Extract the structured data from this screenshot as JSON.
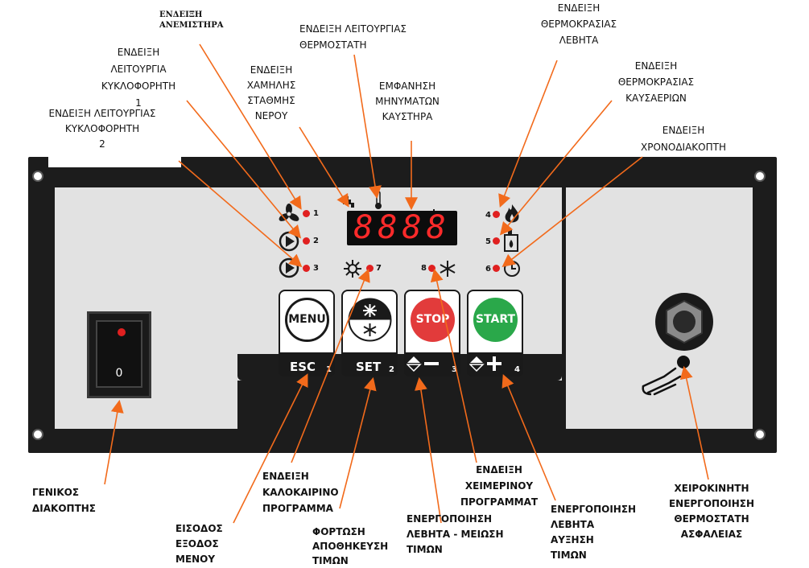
{
  "labels": {
    "fan": [
      "ΕΝΔΕΙΞΗ",
      "ΑΝΕΜΙΣΤΗΡΑ"
    ],
    "pump1": [
      "ΕΝΔΕΙΞΗ",
      "ΛΕΙΤΟΥΡΓΙΑ",
      "ΚΥΚΛΟΦΟΡΗΤΗ",
      "1"
    ],
    "pump2": [
      "ΕΝΔΕΙΞΗ ΛΕΙΤΟΥΡΓΙΑΣ",
      "ΚΥΚΛΟΦΟΡΗΤΗ",
      "2"
    ],
    "low_water": [
      "ΕΝΔΕΙΞΗ",
      "ΧΑΜΗΛΗΣ",
      "ΣΤΑΘΜΗΣ",
      "ΝΕΡΟΥ"
    ],
    "thermostat": [
      "ΕΝΔΕΙΞΗ ΛΕΙΤΟΥΡΓΙΑΣ",
      "ΘΕΡΜΟΣΤΑΤΗ"
    ],
    "messages": [
      "ΕΜΦΑΝΗΣΗ",
      "ΜΗΝΥΜΑΤΩΝ",
      "ΚΑΥΣΤΗΡΑ"
    ],
    "boiler_temp": [
      "ΕΝΔΕΙΞΗ",
      "ΘΕΡΜΟΚΡΑΣΙΑΣ",
      "ΛΕΒΗΤΑ"
    ],
    "flue_temp": [
      "ΕΝΔΕΙΞΗ",
      "ΘΕΡΜΟΚΡΑΣΙΑΣ",
      "ΚΑΥΣΑΕΡΙΩΝ"
    ],
    "timer": [
      "ΕΝΔΕΙΞΗ",
      "ΧΡΟΝΟΔΙΑΚΟΠΤΗ"
    ],
    "main_switch": [
      "ΓΕΝΙΚΟΣ",
      "ΔΙΑΚΟΠΤΗΣ"
    ],
    "menu_esc": [
      "ΕΙΣΟΔΟΣ",
      "ΕΞΟΔΟΣ",
      "ΜΕΝΟΥ"
    ],
    "summer": [
      "ΕΝΔΕΙΞΗ",
      "ΚΑΛΟΚΑΙΡΙΝΟ",
      "ΠΡΟΓΡΑΜΜΑ"
    ],
    "save": [
      "ΦΟΡΤΩΣΗ",
      "ΑΠΟΘΗΚΕΥΣΗ",
      "ΤΙΜΩΝ"
    ],
    "decrease": [
      "ΕΝΕΡΓΟΠΟΙΗΣΗ",
      "ΛΕΒΗΤΑ - ΜΕΙΩΣΗ",
      "ΤΙΜΩΝ"
    ],
    "winter": [
      "ΕΝΔΕΙΞΗ",
      "ΧΕΙΜΕΡΙΝΟΥ",
      "ΠΡΟΓΡΑΜΜΑΤ"
    ],
    "increase": [
      "ΕΝΕΡΓΟΠΟΙΗΣΗ",
      "ΛΕΒΗΤΑ",
      "ΑΥΞΗΣΗ",
      "ΤΙΜΩΝ"
    ],
    "safety": [
      "ΧΕΙΡΟΚΙΝΗΤΗ",
      "ΕΝΕΡΓΟΠΟΙΗΣΗ",
      "ΘΕΡΜΟΣΤΑΤΗ",
      "ΑΣΦΑΛΕΙΑΣ"
    ]
  },
  "display": {
    "digits": "8888"
  },
  "indicators": [
    {
      "num": "1",
      "icon": "fan-icon"
    },
    {
      "num": "2",
      "icon": "pump-icon"
    },
    {
      "num": "3",
      "icon": "pump-icon"
    },
    {
      "num": "4",
      "icon": "flame-icon"
    },
    {
      "num": "5",
      "icon": "chimney-icon"
    },
    {
      "num": "6",
      "icon": "clock-icon"
    },
    {
      "num": "7",
      "icon": "sun-icon"
    },
    {
      "num": "8",
      "icon": "snowflake-icon"
    }
  ],
  "buttons": [
    {
      "top": "MENU",
      "bottom": "ESC",
      "num": "1"
    },
    {
      "top": "",
      "bottom": "SET",
      "num": "2"
    },
    {
      "top": "STOP",
      "bottom": "",
      "num": "3"
    },
    {
      "top": "START",
      "bottom": "",
      "num": "4"
    }
  ],
  "switch": {
    "label": "0"
  },
  "colors": {
    "panel": "#1c1c1c",
    "face": "#e2e2e2",
    "led": "#e02020",
    "arrow": "#f26a1b",
    "stop": "#e23b3b",
    "start": "#2aa84a"
  }
}
